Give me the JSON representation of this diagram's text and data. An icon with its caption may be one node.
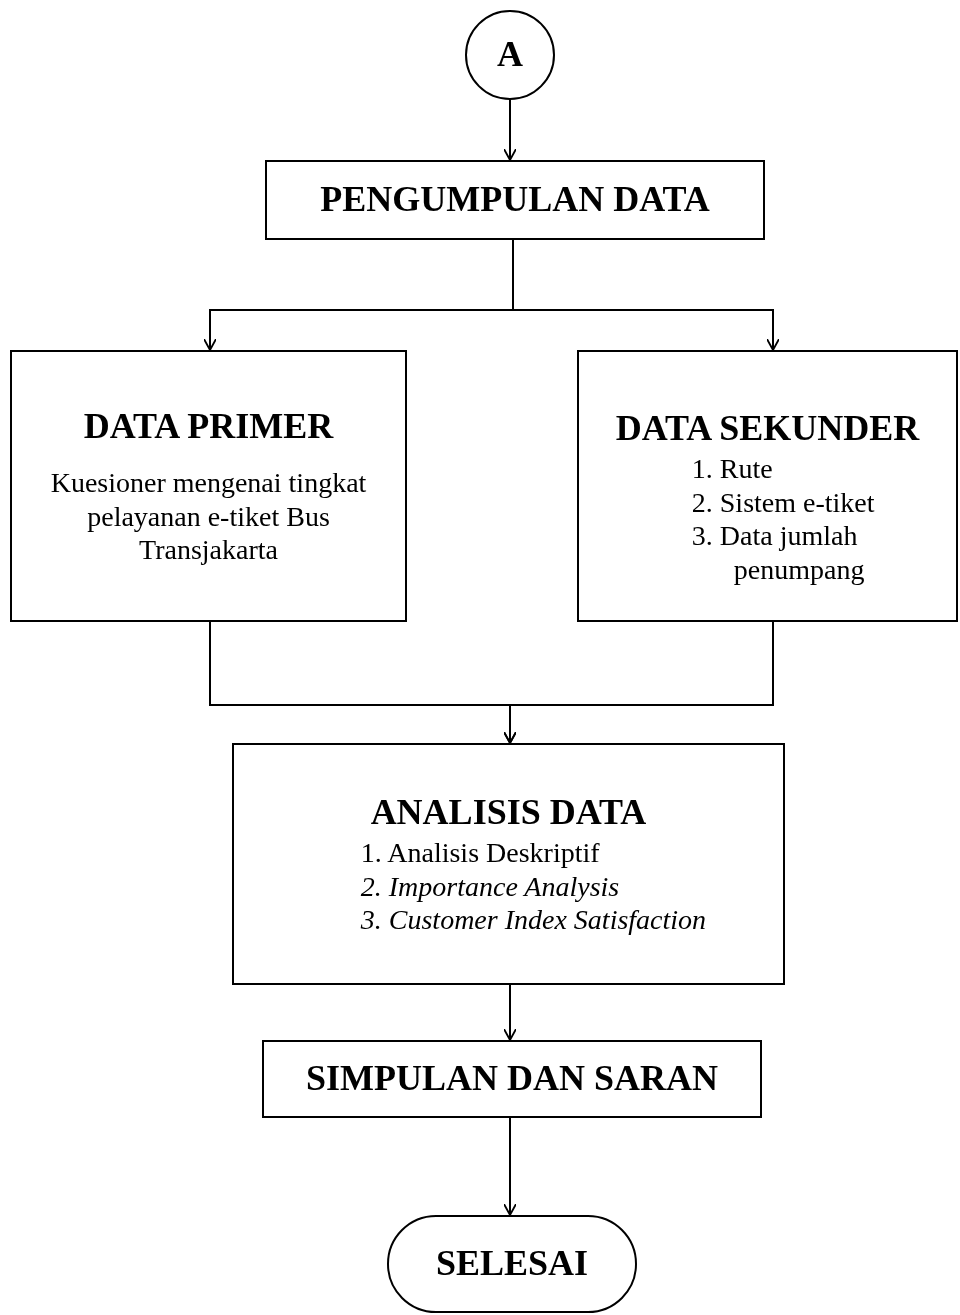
{
  "diagram": {
    "nodes": [
      {
        "text": [
          "A"
        ]
      },
      {
        "text": [
          "PENGUMPULAN DATA"
        ]
      },
      {
        "text": [
          "DATA PRIMER",
          "Kuesioner mengenai tingkat pelayanan e-tiket Bus Transjakarta"
        ]
      },
      {
        "text": [
          "DATA SEKUNDER",
          "1. Rute",
          "2. Sistem e-tiket",
          "3. Data jumlah penumpang"
        ]
      },
      {
        "text": [
          "ANALISIS DATA",
          "1. Analisis Deskriptif",
          "*2. Importance Analysis*",
          "*3. Customer Index Satisfaction*"
        ]
      },
      {
        "text": [
          "SIMPULAN DAN SARAN"
        ]
      },
      {
        "text": [
          "SELESAI"
        ]
      }
    ],
    "edges": [
      {
        "from": 0,
        "to": 1,
        "arrow": "to"
      },
      {
        "from": 1,
        "to": 2,
        "arrow": "to"
      },
      {
        "from": 1,
        "to": 3,
        "arrow": "to"
      },
      {
        "from": 2,
        "to": 4,
        "arrow": "to"
      },
      {
        "from": 3,
        "to": 4,
        "arrow": "to"
      },
      {
        "from": 4,
        "to": 5,
        "arrow": "to"
      },
      {
        "from": 5,
        "to": 6,
        "arrow": "to"
      }
    ]
  }
}
